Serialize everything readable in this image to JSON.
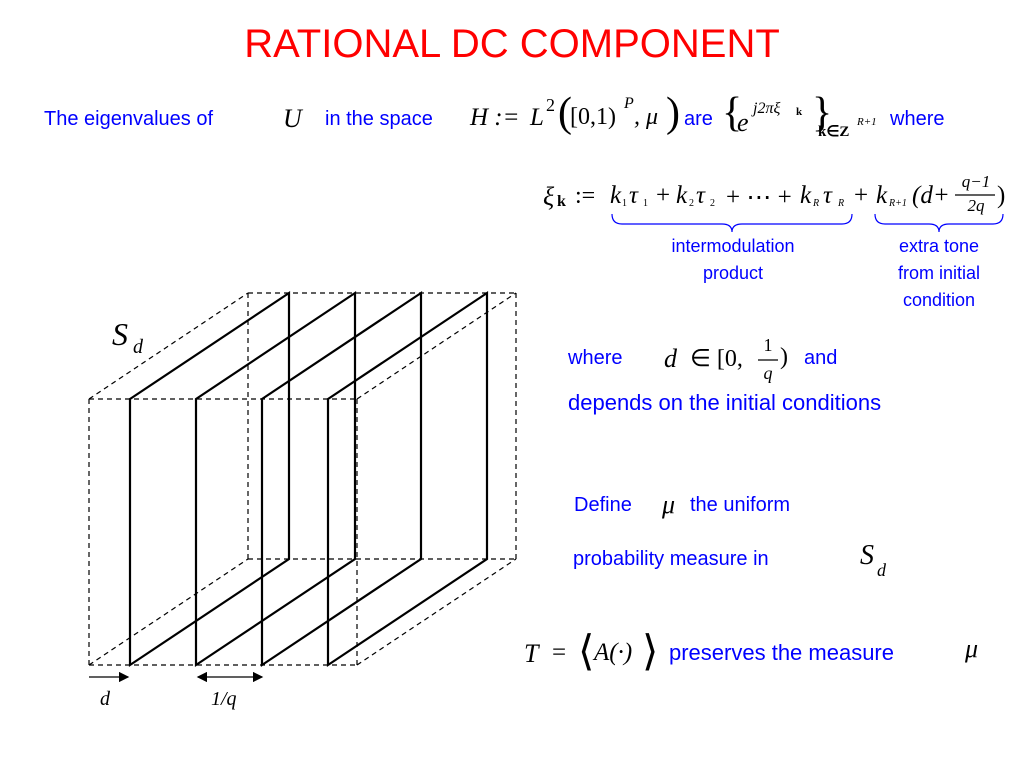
{
  "slide": {
    "title": "RATIONAL DC COMPONENT"
  },
  "line1": {
    "t1": "The eigenvalues of",
    "u": "U",
    "t2": "in the space",
    "h_math": "H :=",
    "l": "L",
    "sq": "2",
    "interval": "[0,1)",
    "p": "P",
    "mu": ", μ",
    "t3": "are",
    "e": "e",
    "exp": "j2πξ",
    "exp_sub": "k",
    "set_sub": "k∈Z",
    "set_sup": "R+1",
    "t4": "where"
  },
  "formula": {
    "xi": "ξ",
    "xi_sub": "k",
    "assign": ":=",
    "term1": "k",
    "term1_sub": "1",
    "tau1": "τ",
    "tau1_sub": "1",
    "plus1": "+",
    "term2": "k",
    "term2_sub": "2",
    "tau2": "τ",
    "tau2_sub": "2",
    "dots": "+ ⋯ +",
    "termR": "k",
    "termR_sub": "R",
    "tauR": "τ",
    "tauR_sub": "R",
    "plus2": "+",
    "termR1": "k",
    "termR1_sub": "R+1",
    "dpart": "(d+",
    "frac_num": "q−1",
    "frac_den": "2q",
    "close": ")"
  },
  "annotations": {
    "left_line1": "intermodulation",
    "left_line2": "product",
    "right_line1": "extra tone",
    "right_line2": "from initial",
    "right_line3": "condition"
  },
  "where_block": {
    "where": "where",
    "d": "d",
    "in": "∈ [0,",
    "num": "1",
    "den": "q",
    "close": ")",
    "and": "and",
    "line2": "depends on the initial conditions"
  },
  "define_block": {
    "define": "Define",
    "mu": "μ",
    "rest": "the uniform",
    "line2": "probability measure in",
    "s": "S",
    "s_sub": "d"
  },
  "preserve_block": {
    "t": "T",
    "eq": "=",
    "a": "A(·)",
    "text": "preserves the measure",
    "mu": "μ"
  },
  "diagram": {
    "s_label": "S",
    "s_sub": "d",
    "d_label": "d",
    "q_label": "1/q"
  },
  "colors": {
    "title": "#ff0000",
    "text": "#0000ff",
    "math": "#000000"
  }
}
